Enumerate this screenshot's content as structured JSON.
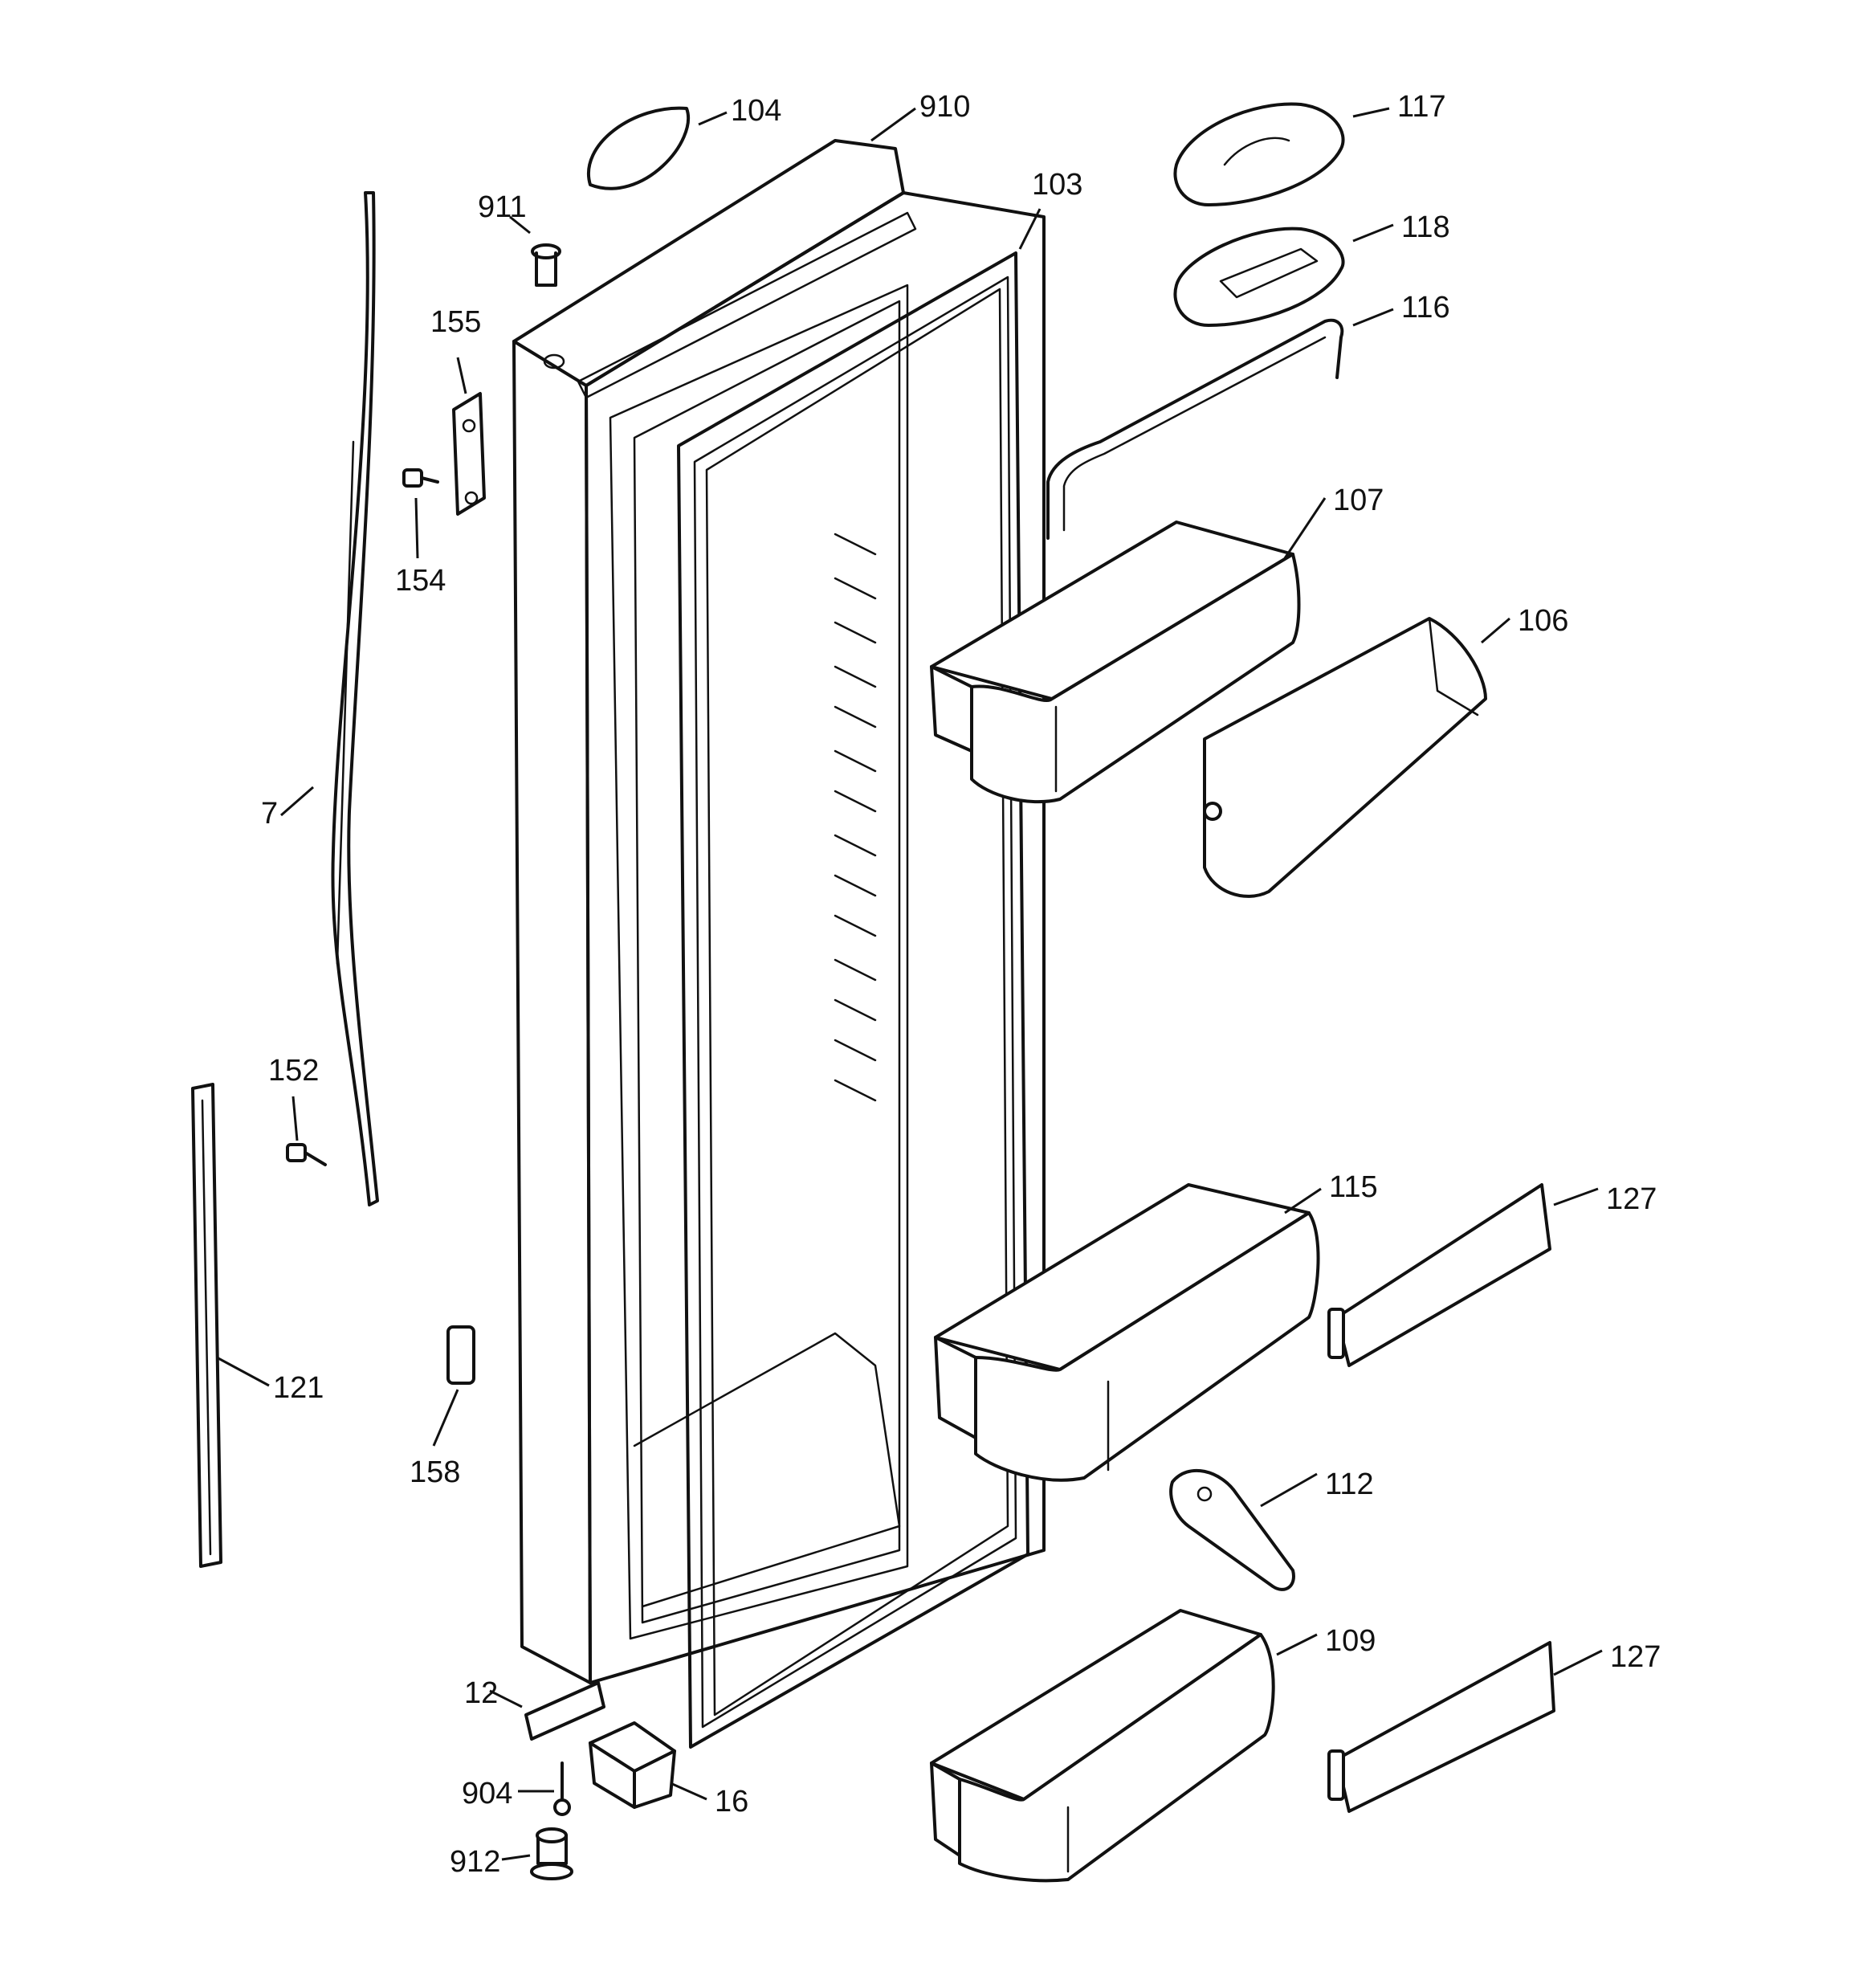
{
  "labels": {
    "door_frame": "910",
    "door_top_cap": "104",
    "upper_bushing": "911",
    "door_gasket": "103",
    "upper_hinge_plate": "155",
    "hinge_screw_upper": "154",
    "handle": "7",
    "handle_screw": "152",
    "handle_trim": "121",
    "door_stop": "158",
    "lower_bracket": "12",
    "lower_hinge_block": "16",
    "lower_screw": "904",
    "lower_bushing": "912",
    "dairy_cover": "117",
    "dairy_bin": "118",
    "dairy_rail": "116",
    "upper_shelf": "107",
    "upper_shelf_front": "106",
    "middle_bin": "115",
    "middle_bin_front": "127",
    "bin_divider": "112",
    "lower_bin": "109",
    "lower_bin_front": "127"
  }
}
